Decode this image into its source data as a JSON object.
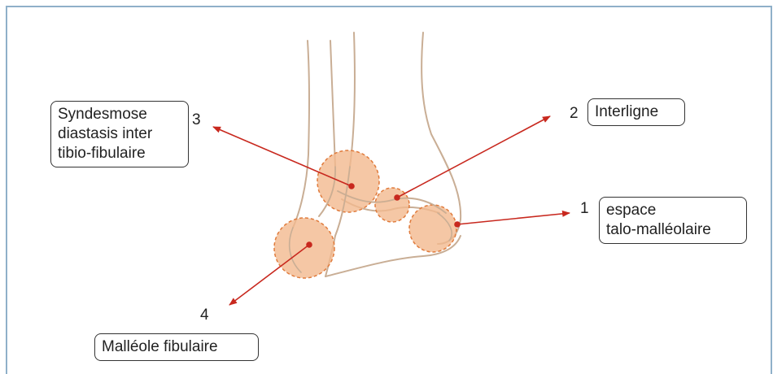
{
  "colors": {
    "frame": "#8fb0c9",
    "bone_outline": "#c9ae95",
    "zone_fill": "#f2b98e",
    "zone_stroke": "#e07b3c",
    "arrow": "#c8281e"
  },
  "annotations": [
    {
      "number": "1",
      "text": "espace\ntalo-malléolaire"
    },
    {
      "number": "2",
      "text": "Interligne"
    },
    {
      "number": "3",
      "text": "Syndesmose\ndiastasis inter\ntibio-fibulaire"
    },
    {
      "number": "4",
      "text": "Malléole fibulaire"
    }
  ]
}
